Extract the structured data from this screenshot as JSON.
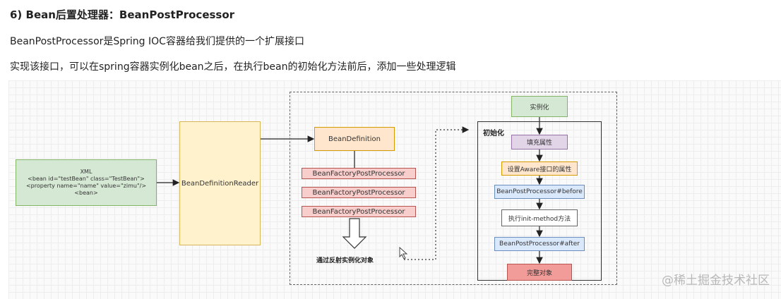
{
  "heading": "6) Bean后置处理器：BeanPostProcessor",
  "paragraphs": [
    "BeanPostProcessor是Spring IOC容器给我们提供的一个扩展接口",
    "实现该接口，可以在spring容器实例化bean之后，在执行bean的初始化方法前后，添加一些处理逻辑"
  ],
  "diagram": {
    "xml_box": {
      "line1": "XML",
      "line2": "<bean id=\"testBean\" class=\"TestBean\">",
      "line3": "<property name=\"name\" value=\"zimu\"/>",
      "line4": "<bean>"
    },
    "reader": "BeanDefinitionReader",
    "bean_definition": "BeanDefinition",
    "factory_post_processors": [
      "BeanFactoryPostProcessor",
      "BeanFactoryPostProcessor",
      "BeanFactoryPostProcessor"
    ],
    "reflect_label": "通过反射实例化对象",
    "init_label": "初始化",
    "steps": {
      "instantiate": "实例化",
      "fill_props": "填充属性",
      "aware": "设置Aware接口的属性",
      "before": "BeanPostProcessor#before",
      "init_method": "执行init-method方法",
      "after": "BeanPostProcessor#after",
      "ready": "完整对象"
    }
  },
  "watermark": "@稀土掘金技术社区"
}
